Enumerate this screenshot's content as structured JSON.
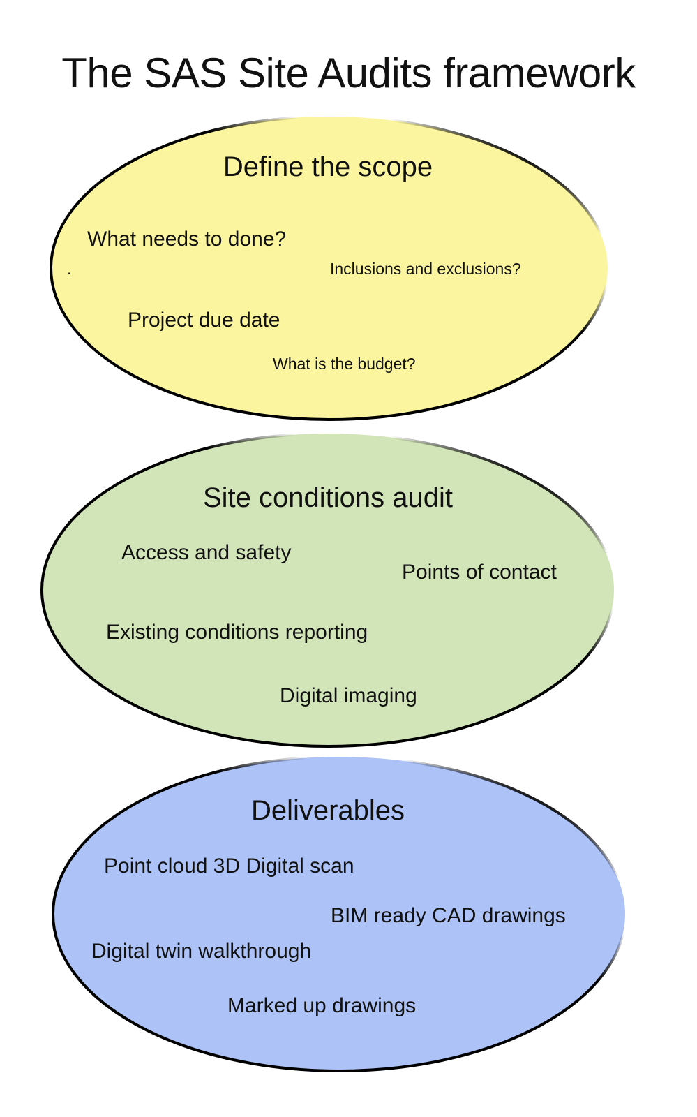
{
  "title": "The SAS Site Audits framework",
  "stages": [
    {
      "heading": "Define the scope",
      "fill": "#fbf59f",
      "items": [
        "What needs to done?",
        "Inclusions and exclusions?",
        "Project due date",
        "What is the budget?"
      ],
      "stray_mark": "."
    },
    {
      "heading": "Site conditions audit",
      "fill": "#d2e5b9",
      "items": [
        "Access and safety",
        "Points of contact",
        "Existing conditions reporting",
        "Digital imaging"
      ]
    },
    {
      "heading": "Deliverables",
      "fill": "#adc2f6",
      "items": [
        "Point cloud 3D Digital scan",
        "BIM ready CAD drawings",
        "Digital twin walkthrough",
        "Marked up drawings"
      ]
    }
  ]
}
